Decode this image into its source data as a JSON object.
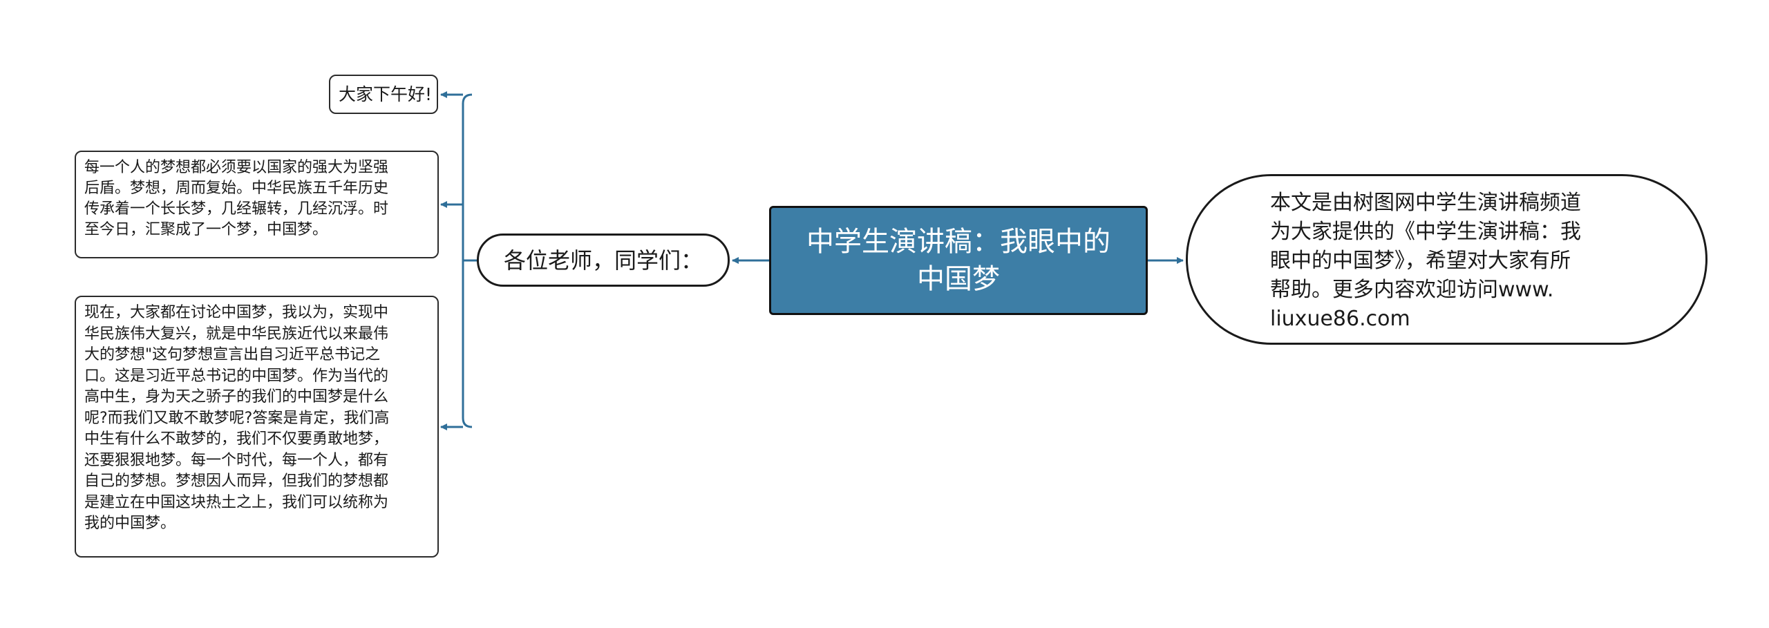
{
  "mindmap": {
    "central_topic": "中学生演讲稿：我眼中的\n中国梦",
    "summary": "本文是由树图网中学生演讲稿频道\n为大家提供的《中学生演讲稿：我\n眼中的中国梦》，希望对大家有所\n帮助。更多内容欢迎访问www.\nliuxue86.com",
    "main_branch": "各位老师，同学们：",
    "leaves": [
      {
        "text": "大家下午好!"
      },
      {
        "text": "每一个人的梦想都必须要以国家的强大为坚强\n后盾。梦想，周而复始。中华民族五千年历史\n传承着一个长长梦，几经辗转，几经沉浮。时\n至今日，汇聚成了一个梦，中国梦。"
      },
      {
        "text": "现在，大家都在讨论中国梦，我以为，实现中\n华民族伟大复兴，就是中华民族近代以来最伟\n大的梦想\"这句梦想宣言出自习近平总书记之\n口。这是习近平总书记的中国梦。作为当代的\n高中生，身为天之骄子的我们的中国梦是什么\n呢?而我们又敢不敢梦呢?答案是肯定，我们高\n中生有什么不敢梦的，我们不仅要勇敢地梦，\n还要狠狠地梦。每一个时代，每一个人，都有\n自己的梦想。梦想因人而异，但我们的梦想都\n是建立在中国这块热土之上，我们可以统称为\n我的中国梦。"
      }
    ],
    "colors": {
      "central_fill": "#3d7ea6",
      "central_text": "#ffffff",
      "connector": "#2f6f99",
      "border": "#2b2b2b"
    }
  }
}
